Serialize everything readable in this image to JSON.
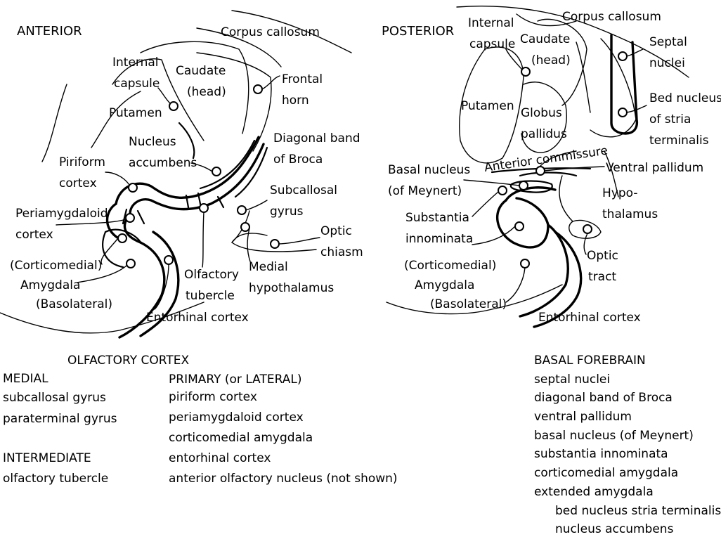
{
  "anterior": {
    "title": "ANTERIOR",
    "labels": {
      "corpus_callosum": "Corpus callosum",
      "internal_capsule": [
        "Internal",
        "capsule"
      ],
      "caudate": [
        "Caudate",
        "(head)"
      ],
      "frontal_horn": [
        "Frontal",
        "horn"
      ],
      "putamen": "Putamen",
      "nucleus_accumbens": [
        "Nucleus",
        "accumbens"
      ],
      "diagonal_band": [
        "Diagonal band",
        "of Broca"
      ],
      "piriform_cortex": [
        "Piriform",
        "cortex"
      ],
      "subcallosal_gyrus": [
        "Subcallosal",
        "gyrus"
      ],
      "periamygdaloid_cortex": [
        "Periamygdaloid",
        "cortex"
      ],
      "optic_chiasm": [
        "Optic",
        "chiasm"
      ],
      "corticomedial": "(Corticomedial)",
      "amygdala": "Amygdala",
      "basolateral": "(Basolateral)",
      "olfactory_tubercle": [
        "Olfactory",
        "tubercle"
      ],
      "medial_hypothalamus": [
        "Medial",
        "hypothalamus"
      ],
      "entorhinal_cortex": "Entorhinal cortex"
    }
  },
  "posterior": {
    "title": "POSTERIOR",
    "labels": {
      "internal_capsule": [
        "Internal",
        "capsule"
      ],
      "caudate": [
        "Caudate",
        "(head)"
      ],
      "corpus_callosum": "Corpus callosum",
      "septal_nuclei": [
        "Septal",
        "nuclei"
      ],
      "putamen": "Putamen",
      "globus_pallidus": [
        "Globus",
        "pallidus"
      ],
      "bed_nucleus": [
        "Bed nucleus",
        "of stria",
        "terminalis"
      ],
      "anterior_commissure": "Anterior commissure",
      "basal_nucleus": [
        "Basal nucleus",
        "(of Meynert)"
      ],
      "ventral_pallidum": "Ventral pallidum",
      "hypothalamus": [
        "Hypo-",
        "thalamus"
      ],
      "substantia_innominata": [
        "Substantia",
        "innominata"
      ],
      "corticomedial": "(Corticomedial)",
      "amygdala": "Amygdala",
      "basolateral": "(Basolateral)",
      "optic_tract": [
        "Optic",
        "tract"
      ],
      "entorhinal_cortex": "Entorhinal cortex"
    }
  },
  "olfactory_cortex": {
    "title": "OLFACTORY CORTEX",
    "medial_heading": "MEDIAL",
    "medial_items": [
      "subcallosal gyrus",
      "paraterminal gyrus"
    ],
    "intermediate_heading": "INTERMEDIATE",
    "intermediate_items": [
      "olfactory tubercle"
    ],
    "primary_heading": "PRIMARY (or LATERAL)",
    "primary_items": [
      "piriform cortex",
      "periamygdaloid cortex",
      "corticomedial amygdala",
      "entorhinal cortex",
      "anterior olfactory nucleus (not shown)"
    ]
  },
  "basal_forebrain": {
    "title": "BASAL FOREBRAIN",
    "items": [
      "septal nuclei",
      "diagonal band of Broca",
      "ventral pallidum",
      "basal nucleus (of Meynert)",
      "substantia innominata",
      "corticomedial amygdala",
      "extended amygdala"
    ],
    "sub_items": [
      "bed nucleus stria terminalis",
      "nucleus accumbens"
    ]
  }
}
